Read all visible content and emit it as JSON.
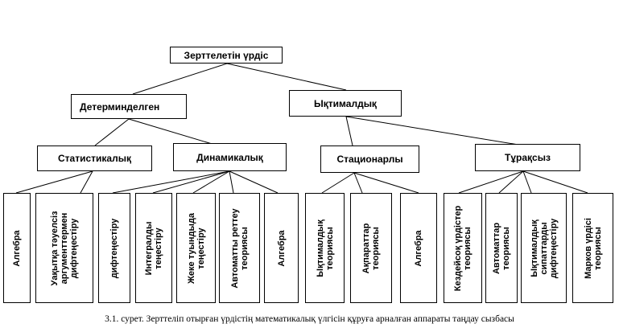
{
  "diagram": {
    "root": "Зерттелетін үрдіс",
    "level1": {
      "left": "Детерминделген",
      "right": "Ықтималдық"
    },
    "level2": {
      "statistical": "Статистикалық",
      "dynamic": "Динамикалық",
      "stationary": "Стационарлы",
      "unstable": "Тұрақсыз"
    },
    "leaves": {
      "statistical": [
        "Алгебра",
        "Уақытқа тәуелсіз\nаргументтермен\nдифтеңестіру"
      ],
      "dynamic": [
        "дифтеңестіру",
        "Интегралды\nтеңестіру",
        "Жеке туындыда\nтеңестіру",
        "Автоматты реттеу\nтеориясы",
        "Алгебра"
      ],
      "stationary": [
        "Ықтималдық\nтеориясы",
        "Ақпараттар\nтеориясы",
        "Алгебра"
      ],
      "unstable": [
        "Кездейсоқ үрдістер\nтеориясы",
        "Автоматтар\nтеориясы",
        "Ықтималдық\nсипаттарды\nдифтеңестіру",
        "Марков үрдісі\nтеориясы"
      ]
    }
  },
  "caption": "3.1. сурет. Зерттеліп отырған үрдістің математикалық үлгісін құруға арналған аппараты таңдау сызбасы"
}
